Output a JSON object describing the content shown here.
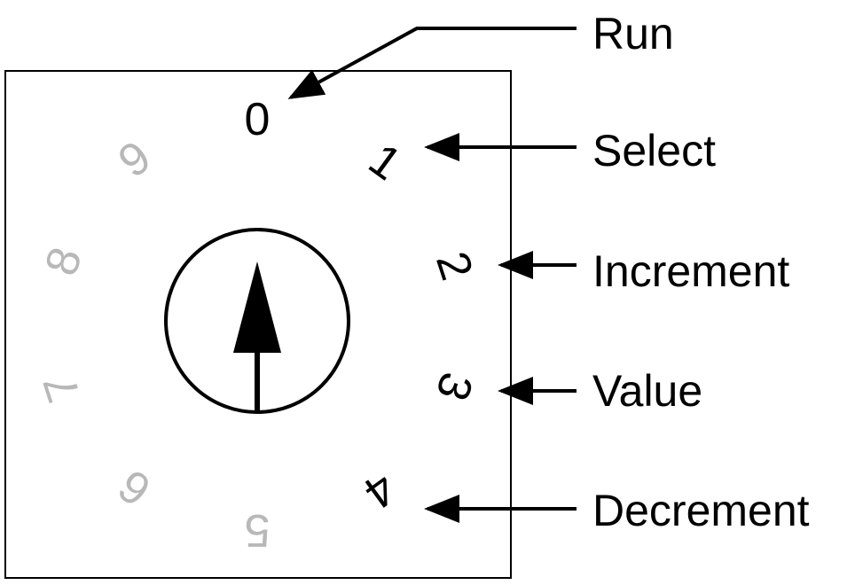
{
  "switch": {
    "positions": [
      {
        "digit": "0",
        "active": true
      },
      {
        "digit": "1",
        "active": true
      },
      {
        "digit": "2",
        "active": true
      },
      {
        "digit": "3",
        "active": true
      },
      {
        "digit": "4",
        "active": true
      },
      {
        "digit": "5",
        "active": false
      },
      {
        "digit": "6",
        "active": false
      },
      {
        "digit": "7",
        "active": false
      },
      {
        "digit": "8",
        "active": false
      },
      {
        "digit": "9",
        "active": false
      }
    ],
    "pointer_position": "0"
  },
  "callouts": [
    {
      "label": "Run",
      "target_digit": "0"
    },
    {
      "label": "Select",
      "target_digit": "1"
    },
    {
      "label": "Increment",
      "target_digit": "2"
    },
    {
      "label": "Value",
      "target_digit": "3"
    },
    {
      "label": "Decrement",
      "target_digit": "4"
    }
  ],
  "colors": {
    "active_digit": "#000000",
    "inactive_digit": "#b8b8b8",
    "line": "#000000"
  }
}
